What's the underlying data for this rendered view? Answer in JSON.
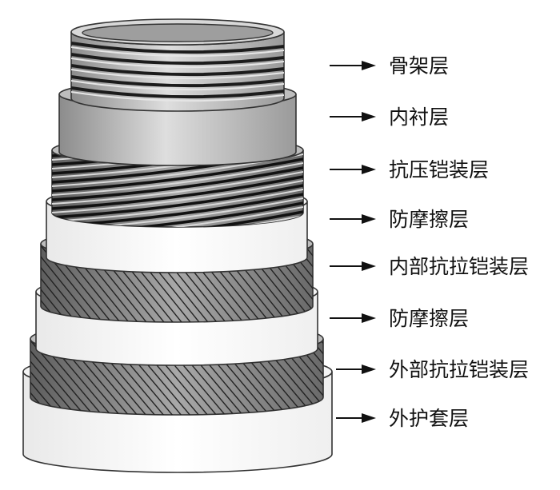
{
  "layers": [
    {
      "name": "骨架层",
      "pattern": "helix-strip",
      "fill": "#bfbfbf"
    },
    {
      "name": "内衬层",
      "pattern": "plain",
      "fill": "#cfcfcf"
    },
    {
      "name": "抗压铠装层",
      "pattern": "helix-wire",
      "fill": "#9a9a9a"
    },
    {
      "name": "防摩擦层",
      "pattern": "plain",
      "fill": "#ffffff"
    },
    {
      "name": "内部抗拉铠装层",
      "pattern": "hatch",
      "fill": "#8f8f8f"
    },
    {
      "name": "防摩擦层",
      "pattern": "plain",
      "fill": "#ffffff"
    },
    {
      "name": "外部抗拉铠装层",
      "pattern": "hatch",
      "fill": "#8a8a8a"
    },
    {
      "name": "外护套层",
      "pattern": "plain",
      "fill": "#ffffff"
    }
  ],
  "colors": {
    "outline": "#333333",
    "arrow": "#111111"
  }
}
